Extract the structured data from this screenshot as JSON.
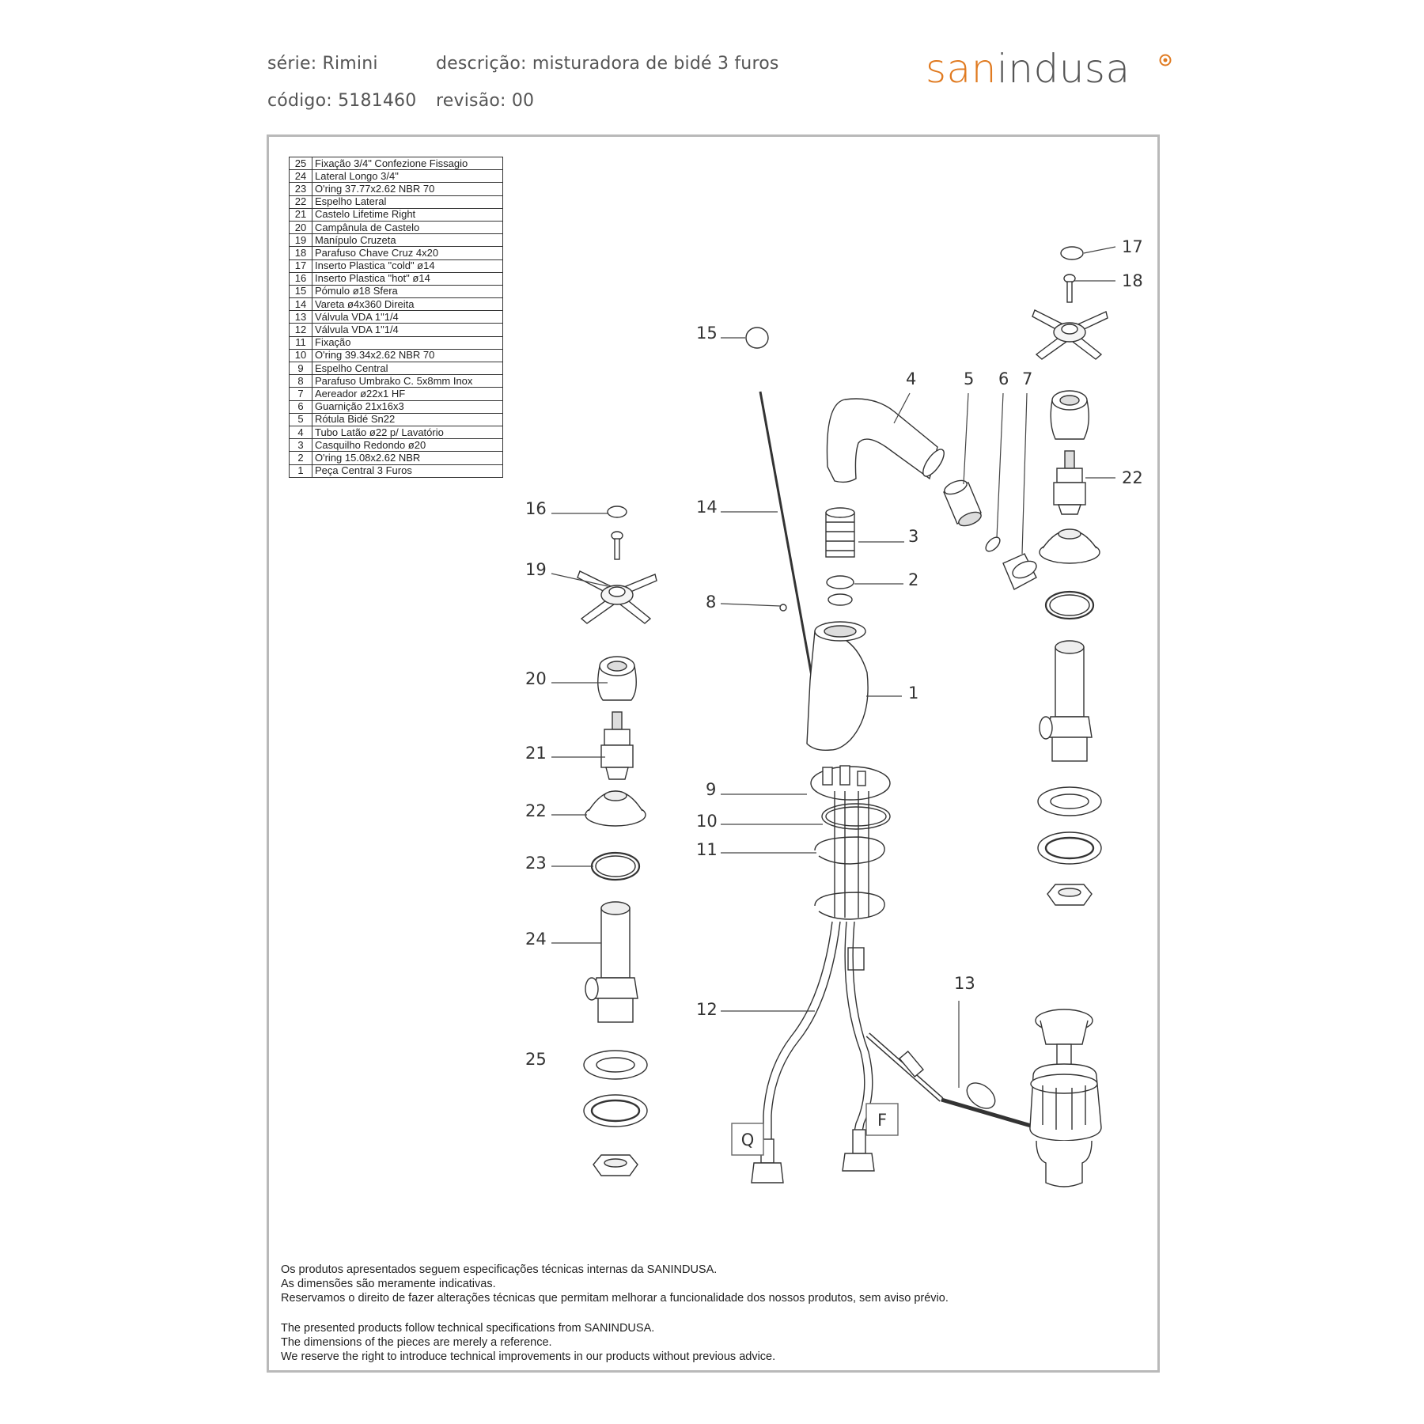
{
  "header": {
    "serie": "série: Rimini",
    "descricao": "descrição: misturadora de bidé 3 furos",
    "codigo": "código: 5181460",
    "revisao": "revisão: 00"
  },
  "logo": {
    "part1": "san",
    "part2": "indusa"
  },
  "parts": [
    {
      "n": "25",
      "d": "Fixação 3/4\" Confezione Fissagio"
    },
    {
      "n": "24",
      "d": "Lateral Longo 3/4\""
    },
    {
      "n": "23",
      "d": "O'ring 37.77x2.62 NBR 70"
    },
    {
      "n": "22",
      "d": "Espelho Lateral"
    },
    {
      "n": "21",
      "d": "Castelo Lifetime Right"
    },
    {
      "n": "20",
      "d": "Campânula de Castelo"
    },
    {
      "n": "19",
      "d": "Manípulo Cruzeta"
    },
    {
      "n": "18",
      "d": "Parafuso Chave Cruz 4x20"
    },
    {
      "n": "17",
      "d": "Inserto Plastica \"cold\" ø14"
    },
    {
      "n": "16",
      "d": "Inserto Plastica \"hot\" ø14"
    },
    {
      "n": "15",
      "d": "Pómulo ø18 Sfera"
    },
    {
      "n": "14",
      "d": "Vareta ø4x360 Direita"
    },
    {
      "n": "13",
      "d": "Válvula VDA 1\"1/4"
    },
    {
      "n": "12",
      "d": "Válvula VDA 1\"1/4"
    },
    {
      "n": "11",
      "d": "Fixação"
    },
    {
      "n": "10",
      "d": "O'ring 39.34x2.62 NBR 70"
    },
    {
      "n": "9",
      "d": "Espelho Central"
    },
    {
      "n": "8",
      "d": "Parafuso Umbrako C. 5x8mm Inox"
    },
    {
      "n": "7",
      "d": "Aereador ø22x1 HF"
    },
    {
      "n": "6",
      "d": "Guarnição 21x16x3"
    },
    {
      "n": "5",
      "d": "Rótula Bidé Sn22"
    },
    {
      "n": "4",
      "d": "Tubo Latão ø22 p/ Lavatório"
    },
    {
      "n": "3",
      "d": "Casquilho Redondo ø20"
    },
    {
      "n": "2",
      "d": "O'ring 15.08x2.62 NBR"
    },
    {
      "n": "1",
      "d": "Peça Central 3 Furos"
    }
  ],
  "callouts": {
    "c1": "1",
    "c2": "2",
    "c3": "3",
    "c4": "4",
    "c5": "5",
    "c6": "6",
    "c7": "7",
    "c8": "8",
    "c9": "9",
    "c10": "10",
    "c11": "11",
    "c12": "12",
    "c13": "13",
    "c14": "14",
    "c15": "15",
    "c16": "16",
    "c17": "17",
    "c18": "18",
    "c19": "19",
    "c20": "20",
    "c21": "21",
    "c22a": "22",
    "c22b": "22",
    "c23": "23",
    "c24": "24",
    "c25": "25",
    "q": "Q",
    "f": "F"
  },
  "notes": {
    "pt1": "Os produtos apresentados seguem especificações técnicas internas da SANINDUSA.",
    "pt2": "As dimensões são meramente indicativas.",
    "pt3": "Reservamos o direito de fazer alterações técnicas que permitam melhorar a funcionalidade dos nossos produtos, sem aviso prévio.",
    "en1": "The presented products follow technical specifications from SANINDUSA.",
    "en2": "The dimensions of the pieces are merely a reference.",
    "en3": "We reserve the right to introduce technical improvements in our products without previous advice."
  },
  "colors": {
    "brand_orange": "#e07a20",
    "text_gray": "#555555",
    "frame_gray": "#b9b9b9"
  }
}
